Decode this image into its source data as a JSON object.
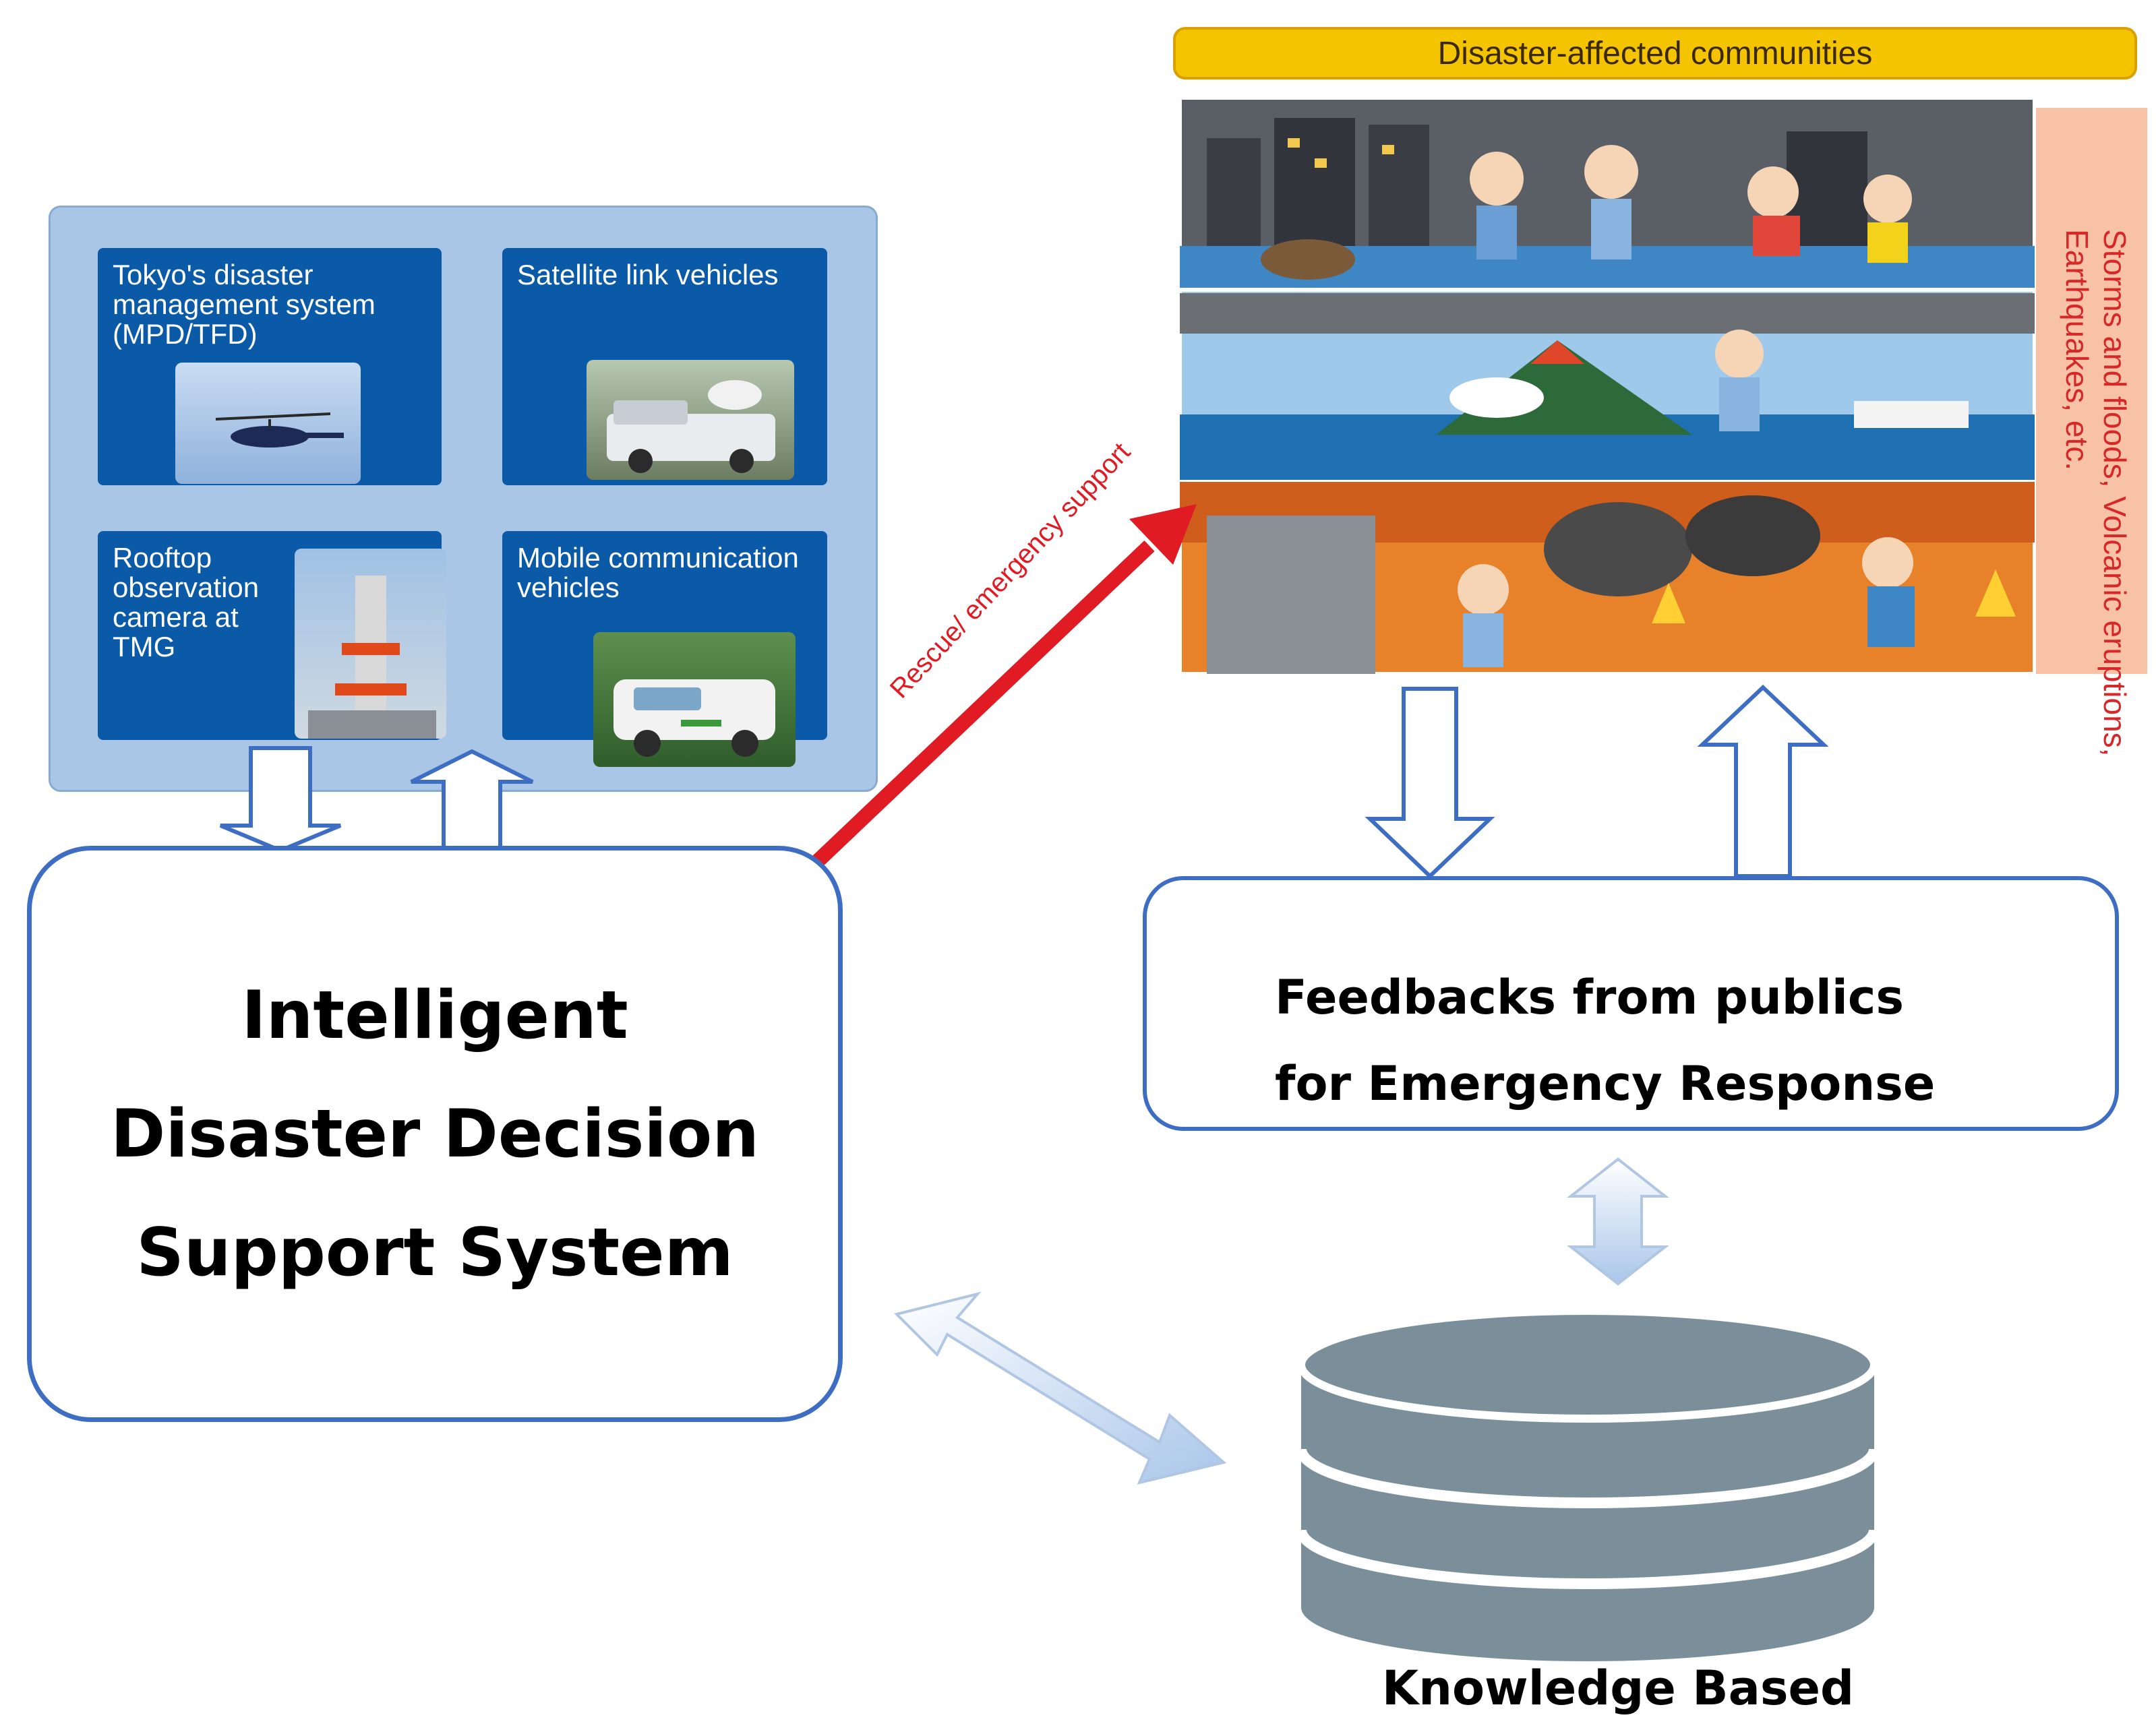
{
  "systems": {
    "tiles": [
      {
        "label": "Tokyo's disaster management system (MPD/TFD)"
      },
      {
        "label": "Satellite link vehicles"
      },
      {
        "label": "Rooftop observation camera at TMG"
      },
      {
        "label": "Mobile communication vehicles"
      }
    ]
  },
  "communities": {
    "banner": "Disaster-affected communities",
    "side_note": "Storms and floods, Volcanic eruptions, Earthquakes, etc."
  },
  "rescue_label": "Rescue/ emergency support",
  "idss": {
    "line1": "Intelligent",
    "line2": "Disaster Decision",
    "line3": "Support System"
  },
  "feedback": {
    "line1": "Feedbacks from publics",
    "line2": "for Emergency Response"
  },
  "knowledge_label": "Knowledge Based",
  "colors": {
    "box_border": "#3d6ec4",
    "rescue_arrow": "#e01b24",
    "database": "#7a8f9a",
    "banner": "#f5c400"
  }
}
